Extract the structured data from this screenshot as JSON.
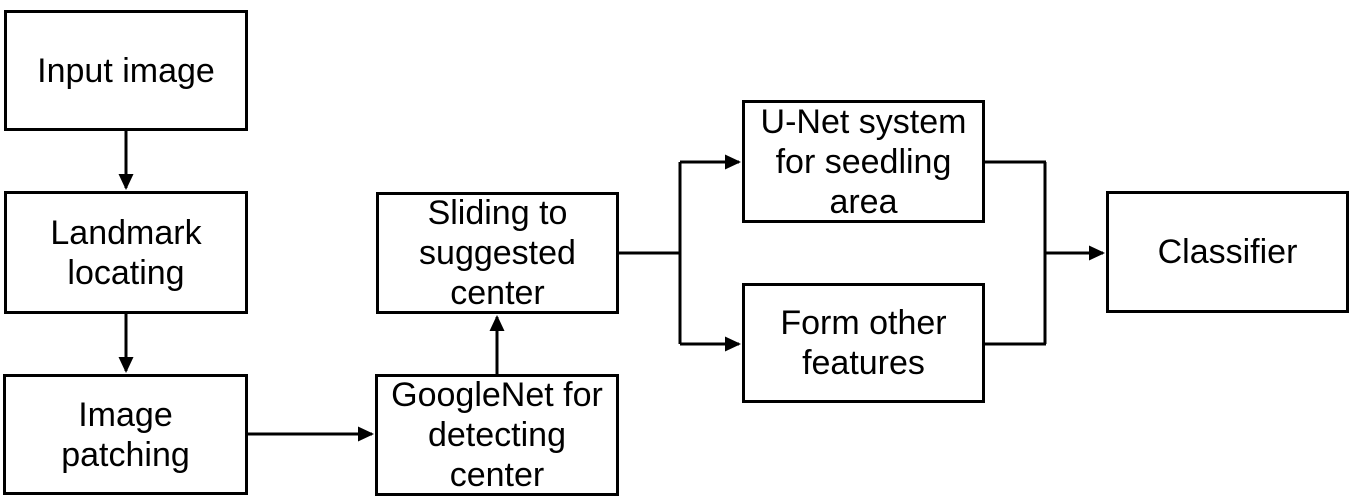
{
  "colors": {
    "background": "#ffffff",
    "line": "#000000",
    "box_fill": "#ffffff",
    "text": "#000000"
  },
  "nodes": [
    {
      "id": "input-image",
      "label": "Input image"
    },
    {
      "id": "landmark-locating",
      "label": "Landmark\nlocating"
    },
    {
      "id": "image-patching",
      "label": "Image\npatching"
    },
    {
      "id": "googlenet-detecting-center",
      "label": "GoogleNet for\ndetecting\ncenter"
    },
    {
      "id": "sliding-suggested-center",
      "label": "Sliding to\nsuggested\ncenter"
    },
    {
      "id": "unet-seedling-area",
      "label": "U-Net system\nfor seedling\narea"
    },
    {
      "id": "form-other-features",
      "label": "Form other\nfeatures"
    },
    {
      "id": "classifier",
      "label": "Classifier"
    }
  ],
  "edges": [
    {
      "from": "input-image",
      "to": "landmark-locating"
    },
    {
      "from": "landmark-locating",
      "to": "image-patching"
    },
    {
      "from": "image-patching",
      "to": "googlenet-detecting-center"
    },
    {
      "from": "googlenet-detecting-center",
      "to": "sliding-suggested-center"
    },
    {
      "from": "sliding-suggested-center",
      "to": "unet-seedling-area"
    },
    {
      "from": "sliding-suggested-center",
      "to": "form-other-features"
    },
    {
      "from": "unet-seedling-area",
      "to": "classifier"
    },
    {
      "from": "form-other-features",
      "to": "classifier"
    }
  ]
}
